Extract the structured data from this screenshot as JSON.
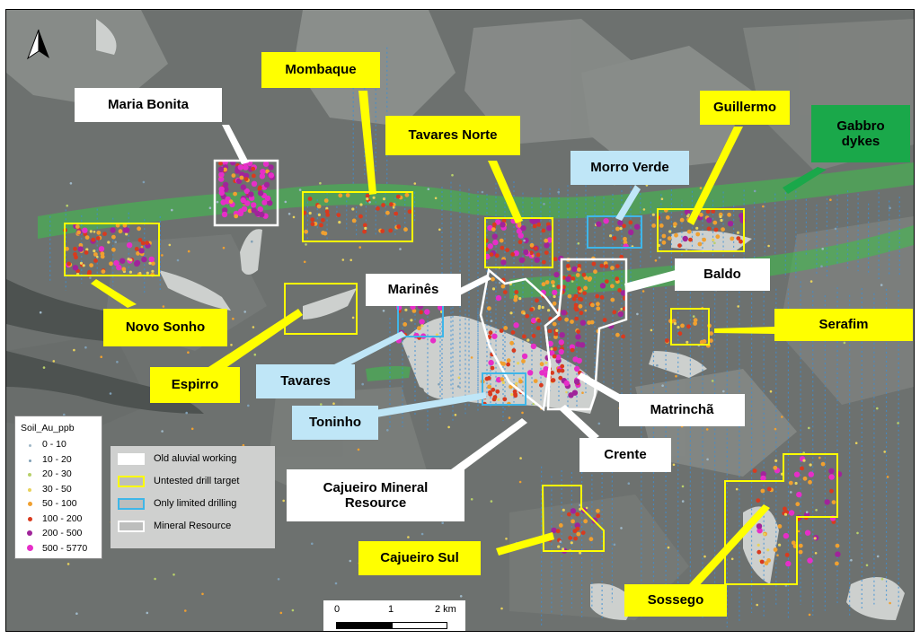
{
  "map": {
    "north_arrow": "north-arrow-icon",
    "callouts": {
      "maria_bonita": "Maria Bonita",
      "mombaque": "Mombaque",
      "tavares_norte": "Tavares Norte",
      "guillermo": "Guillermo",
      "gabbro_dykes": "Gabbro dykes",
      "morro_verde": "Morro Verde",
      "novo_sonho": "Novo Sonho",
      "espirro": "Espirro",
      "marines": "Marinês",
      "baldo": "Baldo",
      "serafim": "Serafim",
      "tavares": "Tavares",
      "toninho": "Toninho",
      "matrincha": "Matrinchã",
      "crente": "Crente",
      "cajueiro_mineral_resource": "Cajueiro Mineral Resource",
      "cajueiro_sul": "Cajueiro Sul",
      "sossego": "Sossego"
    },
    "colors": {
      "untested_target": "#ffff00",
      "limited_drilling": "#3fb6e8",
      "mineral_resource": "#ffffff",
      "gabbro": "#3cc24a",
      "imagery": "#6f7371"
    }
  },
  "legend_soil": {
    "title": "Soil_Au_ppb",
    "classes": [
      {
        "label": "0 - 10",
        "color": "#9fb8c7"
      },
      {
        "label": "10 - 20",
        "color": "#7f9fb5"
      },
      {
        "label": "20 - 30",
        "color": "#b7d06a"
      },
      {
        "label": "30 - 50",
        "color": "#e8d25c"
      },
      {
        "label": "50 - 100",
        "color": "#f0a030"
      },
      {
        "label": "100 - 200",
        "color": "#d93a1e"
      },
      {
        "label": "200 - 500",
        "color": "#a0249a"
      },
      {
        "label": "500 - 5770",
        "color": "#e62ec8"
      }
    ]
  },
  "legend_area": {
    "items": [
      {
        "label": "Old aluvial working"
      },
      {
        "label": "Untested  drill target"
      },
      {
        "label": "Only limited drilling"
      },
      {
        "label": "Mineral Resource"
      }
    ]
  },
  "scale": {
    "label_0": "0",
    "label_1": "1",
    "label_2": "2 km"
  }
}
